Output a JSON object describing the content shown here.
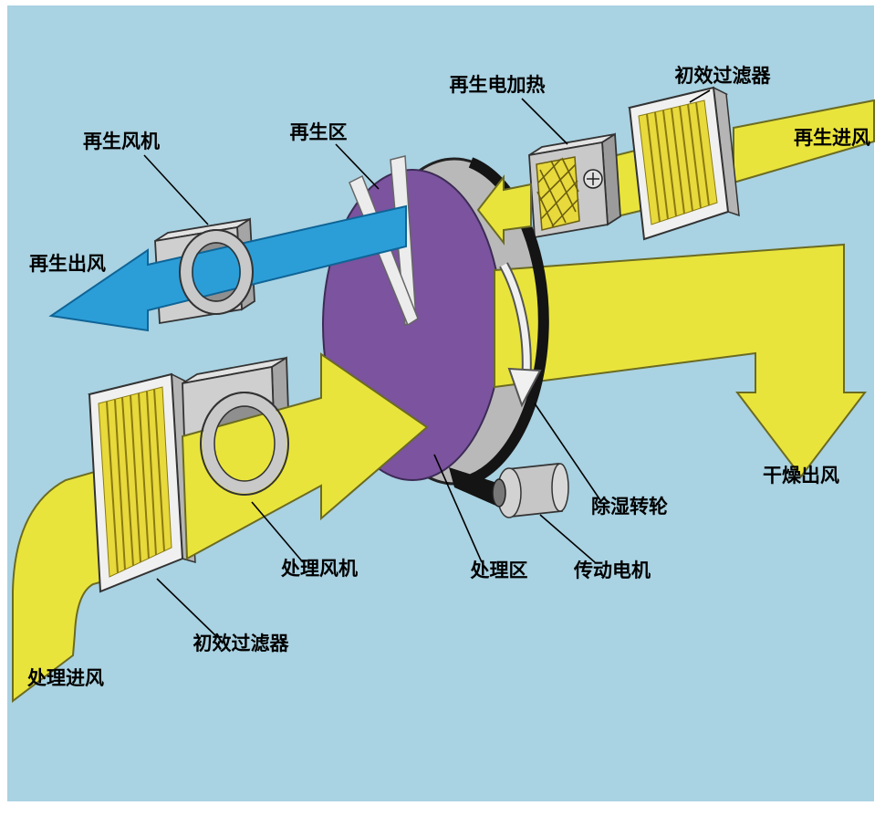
{
  "labels": {
    "regen_heater": "再生电加热",
    "primary_filter_top": "初效过滤器",
    "regen_inlet": "再生进风",
    "regen_fan": "再生风机",
    "regen_zone": "再生区",
    "regen_outlet": "再生出风",
    "dry_outlet": "干燥出风",
    "desiccant_wheel": "除湿转轮",
    "process_fan": "处理风机",
    "process_zone": "处理区",
    "drive_motor": "传动电机",
    "primary_filter_bottom": "初效过滤器",
    "process_inlet": "处理进风"
  },
  "colors": {
    "background": "#a9d2e2",
    "air_yellow": "#e9e43c",
    "filter_yellow": "#e8d93c",
    "regen_blue": "#2b9ed8",
    "wheel_purple": "#7b539e",
    "metal_gray": "#cfcfcf",
    "belt_black": "#141414"
  }
}
